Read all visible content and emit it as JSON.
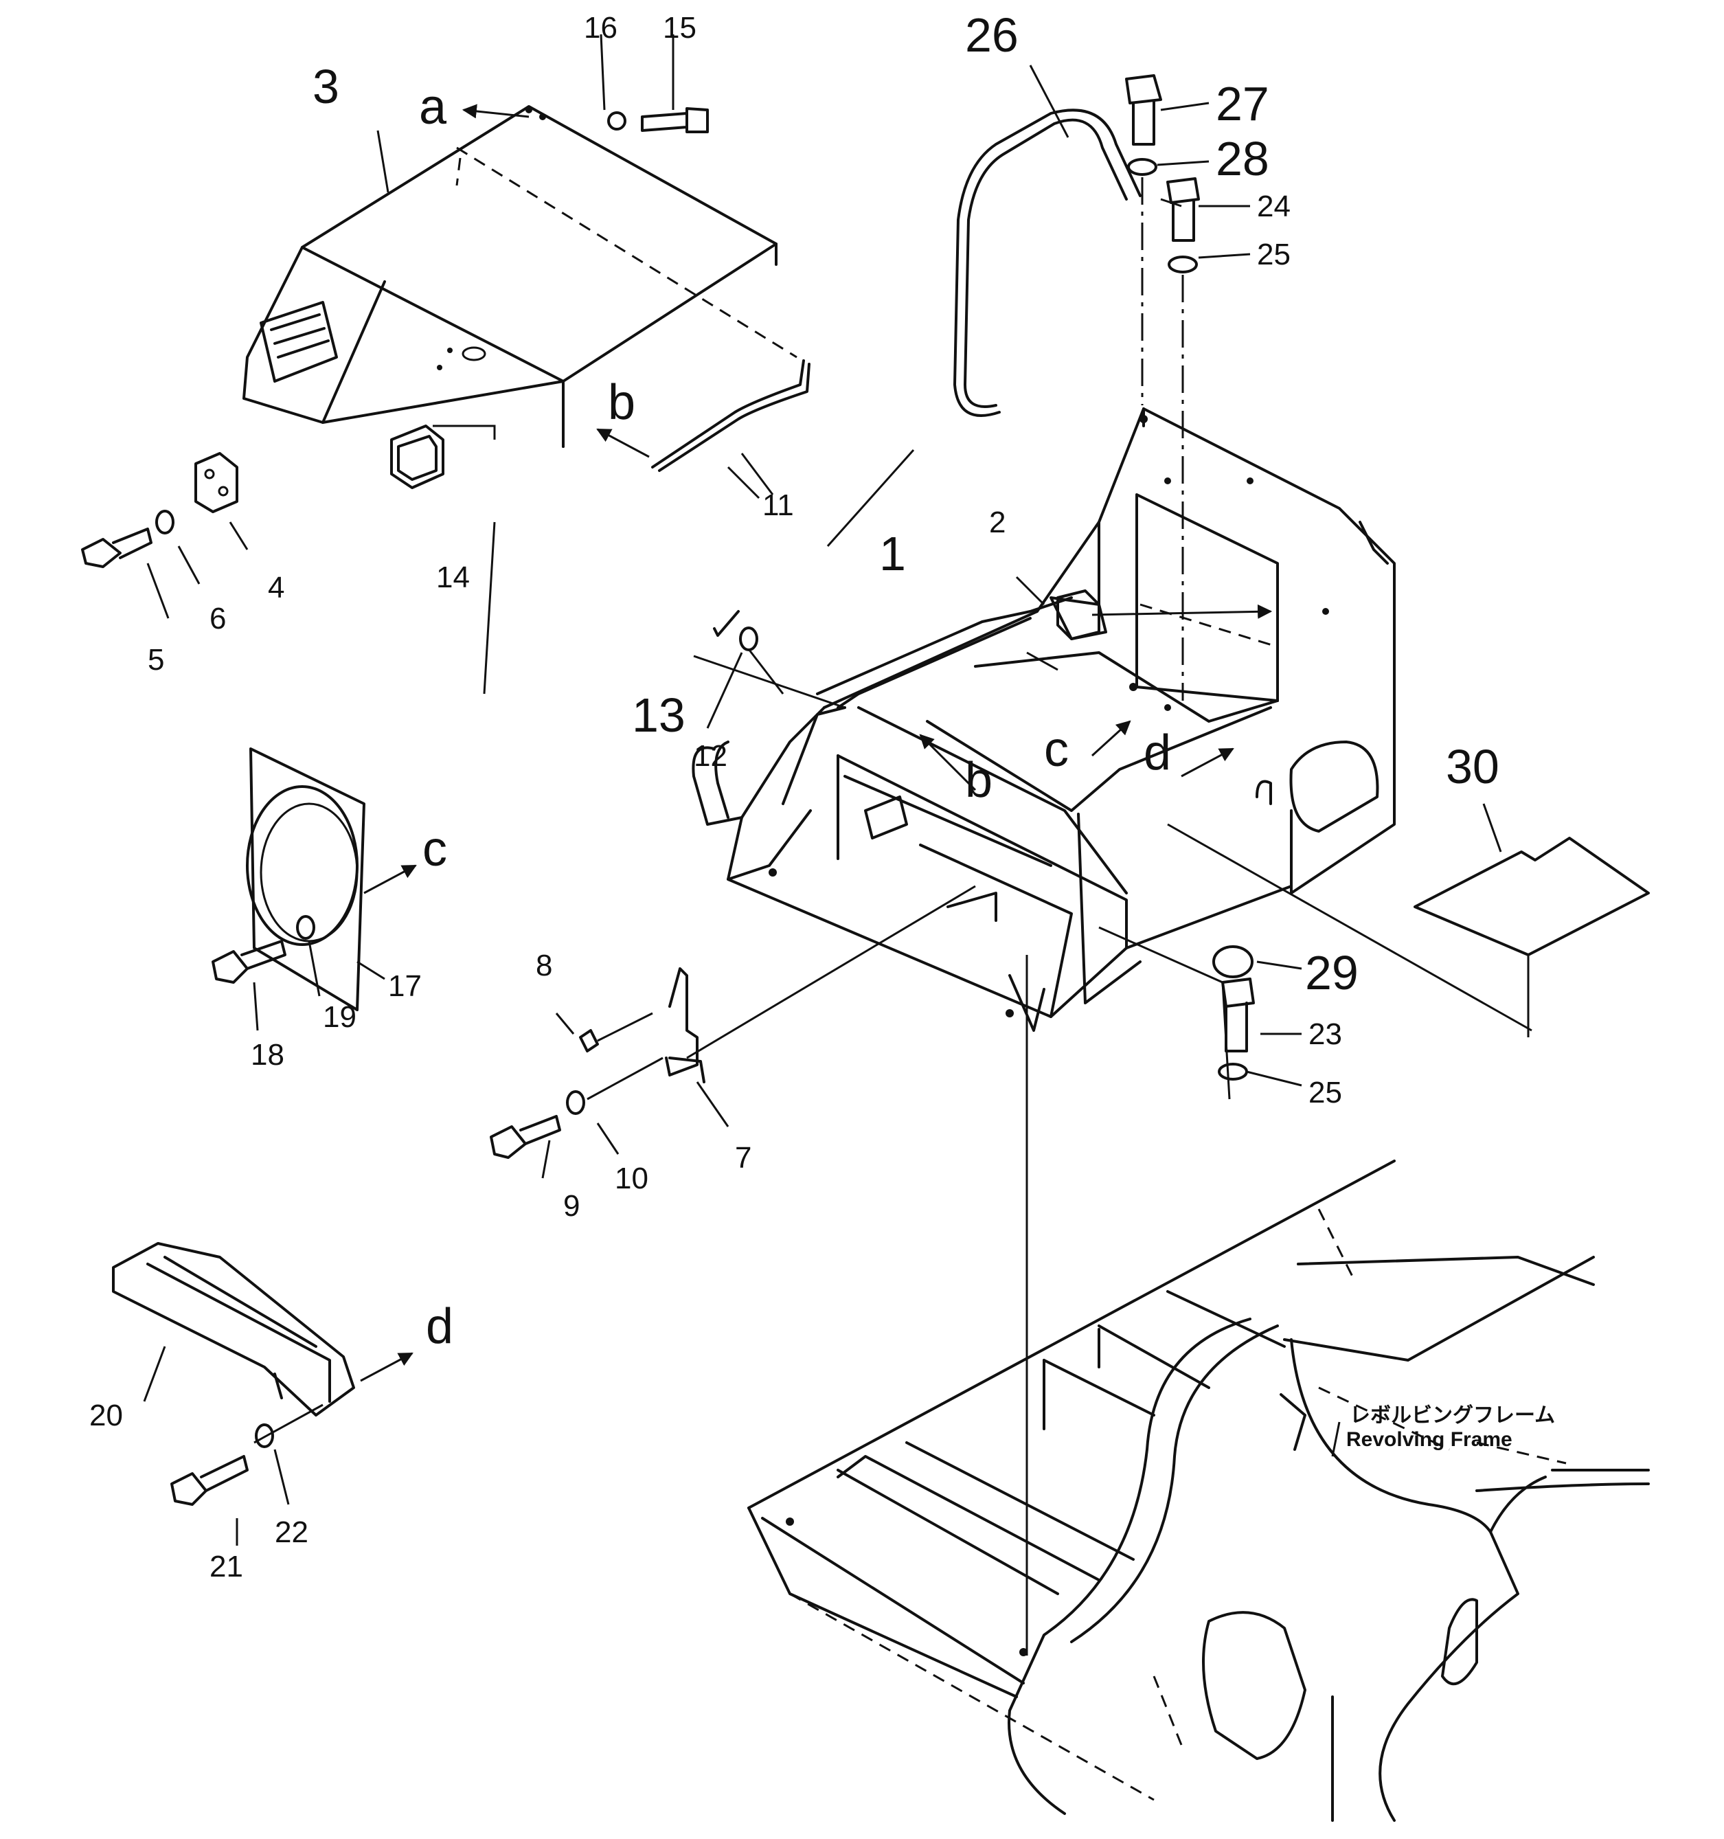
{
  "figure": {
    "callouts": [
      "1",
      "2",
      "3",
      "4",
      "5",
      "6",
      "7",
      "8",
      "9",
      "10",
      "11",
      "12",
      "13",
      "14",
      "15",
      "16",
      "17",
      "18",
      "19",
      "20",
      "21",
      "22",
      "23",
      "24",
      "25",
      "26",
      "27",
      "28",
      "29",
      "30"
    ],
    "repeat_callout_25": "25",
    "ref_letters": {
      "a": "a",
      "b": "b",
      "c": "c",
      "d": "d"
    },
    "frame_label_jp": "レボルビングフレーム",
    "frame_label_en": "Revolving Frame"
  }
}
